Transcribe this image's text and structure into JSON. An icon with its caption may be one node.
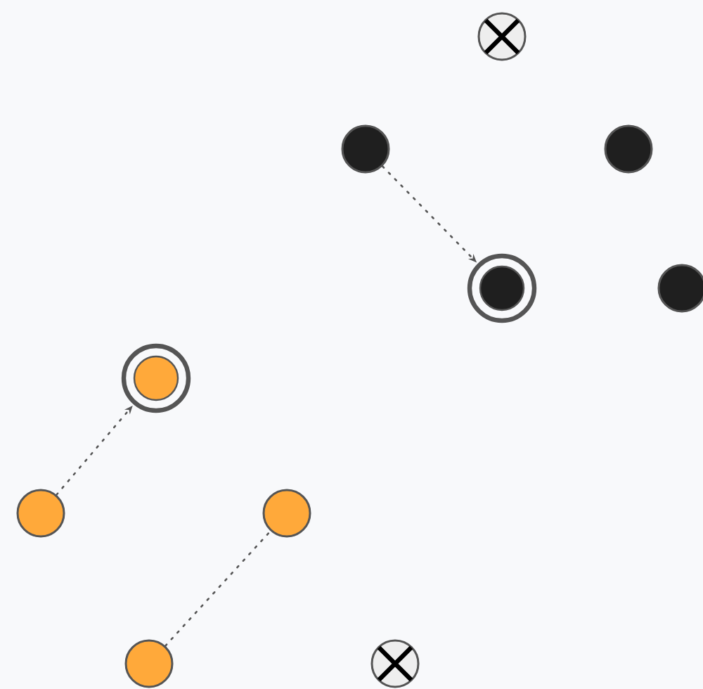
{
  "diagram": {
    "nodes": [
      {
        "text": [],
        "shape": "cross"
      },
      {
        "text": [],
        "shape": "circle"
      },
      {
        "text": [],
        "shape": "circle"
      },
      {
        "text": [],
        "shape": "ring"
      },
      {
        "text": [],
        "shape": "circle"
      },
      {
        "text": [],
        "shape": "ring"
      },
      {
        "text": [],
        "shape": "circle"
      },
      {
        "text": [],
        "shape": "circle"
      },
      {
        "text": [],
        "shape": "circle"
      },
      {
        "text": [],
        "shape": "cross"
      }
    ],
    "edges": [
      {
        "from": 1,
        "to": 3,
        "arrow": "to"
      },
      {
        "from": 6,
        "to": 5,
        "arrow": "to"
      },
      {
        "from": 8,
        "to": 7,
        "arrow": "none"
      }
    ]
  }
}
